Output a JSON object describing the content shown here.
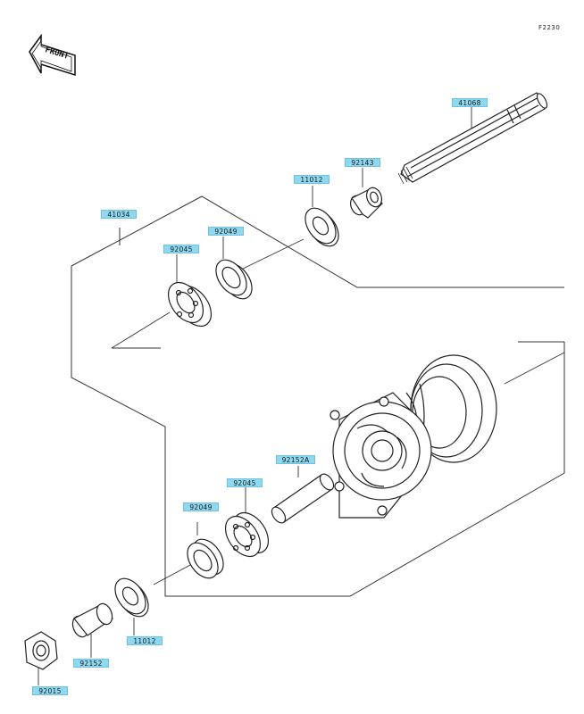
{
  "figure": {
    "ref": "F2230"
  },
  "front_arrow": {
    "label": "FRONT"
  },
  "parts": [
    {
      "id": "41068",
      "label": "41068"
    },
    {
      "id": "92143",
      "label": "92143"
    },
    {
      "id": "11012_top",
      "label": "11012"
    },
    {
      "id": "41034",
      "label": "41034"
    },
    {
      "id": "92049_top",
      "label": "92049"
    },
    {
      "id": "92045_top",
      "label": "92045"
    },
    {
      "id": "92152A",
      "label": "92152A"
    },
    {
      "id": "92045_bot",
      "label": "92045"
    },
    {
      "id": "92049_bot",
      "label": "92049"
    },
    {
      "id": "11012_bot",
      "label": "11012"
    },
    {
      "id": "92152",
      "label": "92152"
    },
    {
      "id": "92015",
      "label": "92015"
    }
  ]
}
